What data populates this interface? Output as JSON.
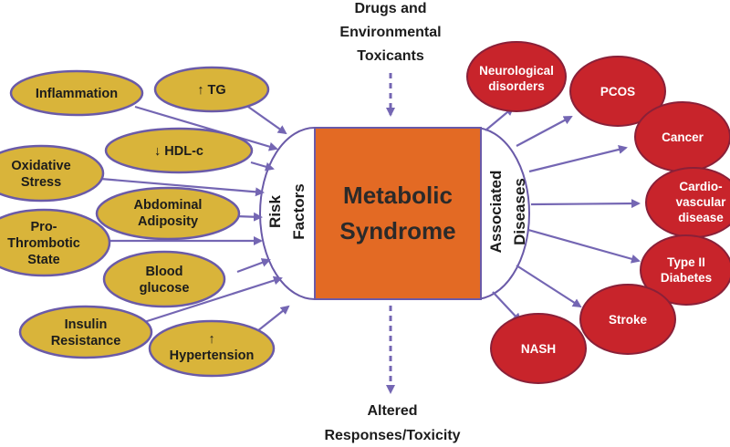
{
  "top_input": {
    "line1": "Drugs and",
    "line2": "Environmental",
    "line3": "Toxicants"
  },
  "bottom_output": {
    "line1": "Altered",
    "line2": "Responses/Toxicity"
  },
  "center": {
    "line1": "Metabolic",
    "line2": "Syndrome"
  },
  "left_panel": {
    "line1": "Risk",
    "line2": "Factors"
  },
  "right_panel": {
    "line1": "Associated",
    "line2": "Diseases"
  },
  "risk_factors": [
    {
      "line1": "↑ TG",
      "line2": ""
    },
    {
      "line1": "Inflammation",
      "line2": ""
    },
    {
      "line1": "↓ HDL-c",
      "line2": ""
    },
    {
      "line1": "Oxidative",
      "line2": "Stress"
    },
    {
      "line1": "Abdominal",
      "line2": "Adiposity"
    },
    {
      "line1": "Pro-",
      "line2": "Thrombotic",
      "line3": "State"
    },
    {
      "line1": "Blood",
      "line2": "glucose"
    },
    {
      "line1": "Insulin",
      "line2": "Resistance"
    },
    {
      "line1": "↑",
      "line2": "Hypertension"
    }
  ],
  "diseases": [
    {
      "line1": "Neurological",
      "line2": "disorders"
    },
    {
      "line1": "PCOS",
      "line2": ""
    },
    {
      "line1": "Cancer",
      "line2": ""
    },
    {
      "line1": "Cardio-",
      "line2": "vascular",
      "line3": "disease"
    },
    {
      "line1": "Type II",
      "line2": "Diabetes"
    },
    {
      "line1": "Stroke",
      "line2": ""
    },
    {
      "line1": "NASH",
      "line2": ""
    }
  ],
  "colors": {
    "risk_fill": "#d9b43a",
    "disease_fill": "#c8242b",
    "center_fill": "#e36a24",
    "arrow": "#7466b3"
  }
}
